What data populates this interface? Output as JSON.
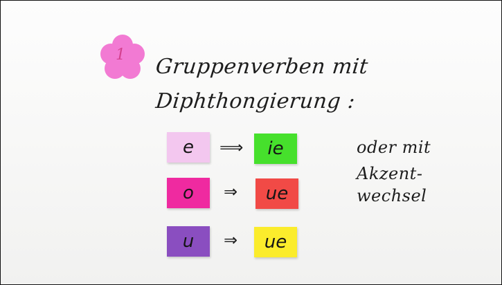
{
  "flower": {
    "number": "1",
    "color": "#f27ad3"
  },
  "title": {
    "line1": "Gruppenverben mit",
    "line2": "Diphthongierung :"
  },
  "side_note": {
    "line1": "oder mit",
    "line2": "Akzent-",
    "line3": "wechsel"
  },
  "rows": [
    {
      "from": "e",
      "from_color": "#f3c7ef",
      "arrow": "⟹",
      "to": "ie",
      "to_color": "#46e02c"
    },
    {
      "from": "o",
      "from_color": "#ef2aa0",
      "arrow": "⇒",
      "to": "ue",
      "to_color": "#f14a46"
    },
    {
      "from": "u",
      "from_color": "#8a4ec0",
      "arrow": "⇒",
      "to": "ue",
      "to_color": "#fbec2c"
    }
  ]
}
